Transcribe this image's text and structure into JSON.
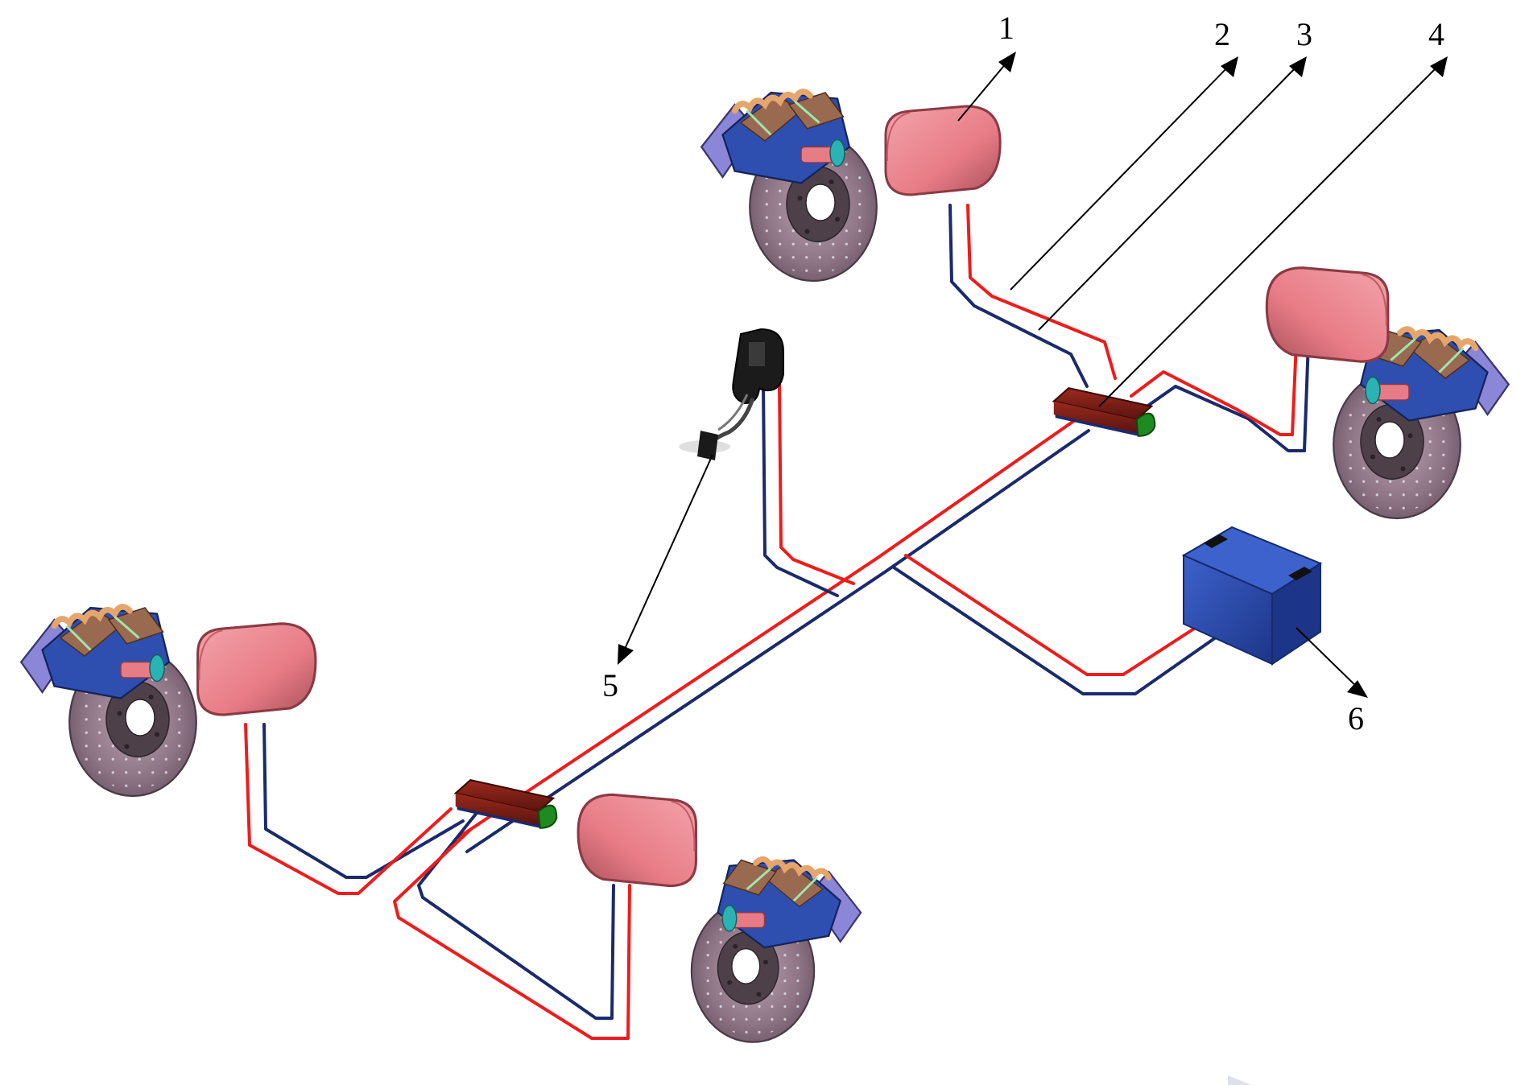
{
  "diagram": {
    "callouts": [
      {
        "id": "1",
        "label": "1"
      },
      {
        "id": "2",
        "label": "2"
      },
      {
        "id": "3",
        "label": "3"
      },
      {
        "id": "4",
        "label": "4"
      },
      {
        "id": "5",
        "label": "5"
      },
      {
        "id": "6",
        "label": "6"
      }
    ],
    "colors": {
      "positive_wire": "#ee1c1c",
      "negative_wire": "#1a2a6c",
      "actuator": "#e87c86",
      "caliper": "#2e4fb0",
      "caliper_plate": "#8b86d8",
      "disc": "#8d7485",
      "controller_body": "#7a1a12",
      "controller_end": "#1f8a1f",
      "battery": "#2a4fb8",
      "leader": "#000000"
    },
    "icons": {
      "brake_unit": "disc-brake-icon",
      "controller": "controller-icon",
      "pedal": "brake-pedal-icon",
      "battery": "battery-icon"
    }
  }
}
